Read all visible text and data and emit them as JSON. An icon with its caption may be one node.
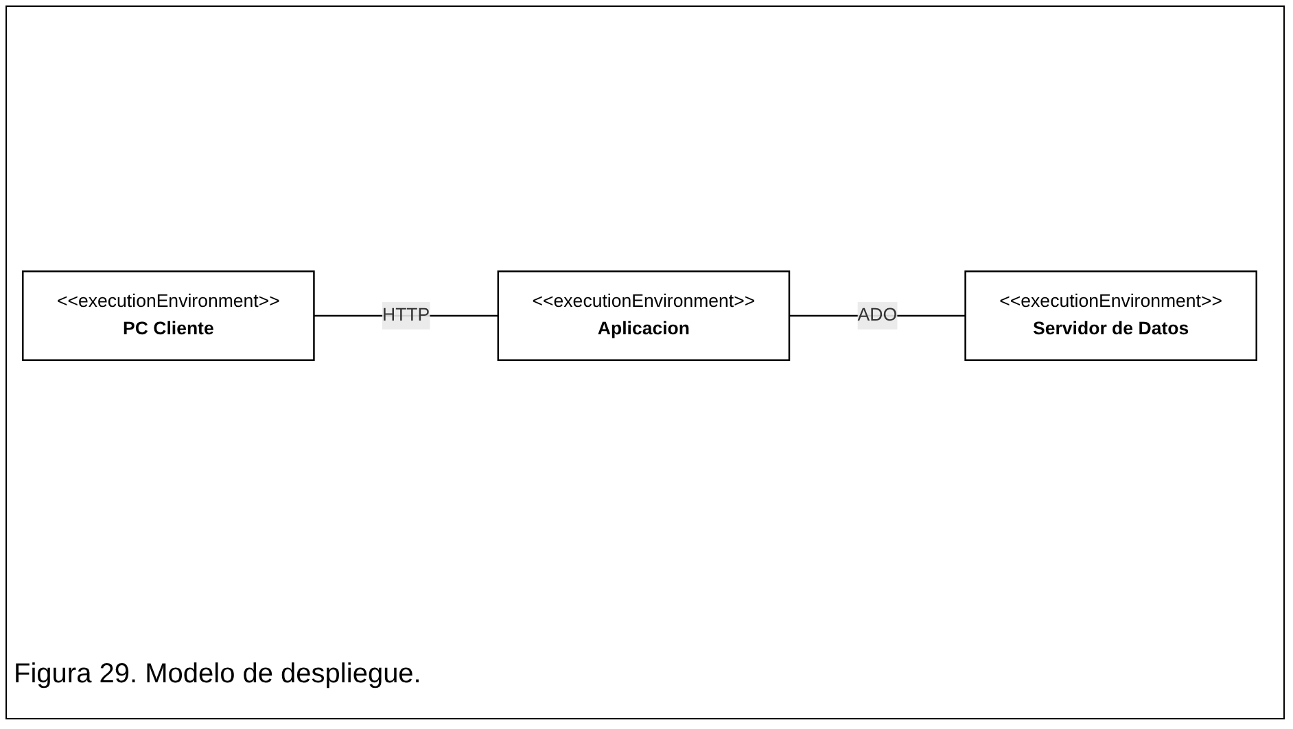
{
  "diagram": {
    "caption": "Figura 29. Modelo de despliegue.",
    "nodes": [
      {
        "text": [
          "<<executionEnvironment>>",
          "PC Cliente"
        ]
      },
      {
        "text": [
          "<<executionEnvironment>>",
          "Aplicacion"
        ]
      },
      {
        "text": [
          "<<executionEnvironment>>",
          "Servidor de Datos"
        ]
      }
    ],
    "edges": [
      {
        "from": 0,
        "to": 1,
        "arrow": "none",
        "label": "HTTP"
      },
      {
        "from": 1,
        "to": 2,
        "arrow": "none",
        "label": "ADO"
      }
    ]
  }
}
